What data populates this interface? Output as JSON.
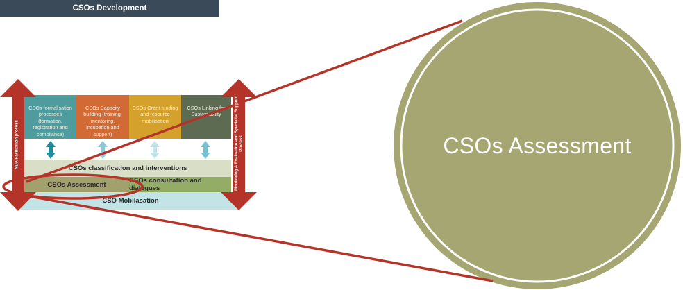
{
  "diagram": {
    "header": {
      "label": "CSOs Development",
      "color": "#3a4a59"
    },
    "pillars": [
      {
        "label": "CSOs formalisation processes (formation, registration and compliance)",
        "color": "#4f9c9f",
        "arrow_color": "#1e8c98"
      },
      {
        "label": "CSOs Capacity building (training, mentoring, incubation and support)",
        "color": "#d26a36",
        "arrow_color": "#8fc9d6"
      },
      {
        "label": "CSOs Grant funding and resource mobilisation",
        "color": "#d3a12c",
        "arrow_color": "#bfe3e8"
      },
      {
        "label": "CSOs Linking for Sustainability",
        "color": "#5c6b52",
        "arrow_color": "#74c2cf"
      }
    ],
    "classification": {
      "label": "CSOs classification and interventions",
      "color": "#d9dfc7"
    },
    "assessment": {
      "label": "CSOs Assessment",
      "color": "#a2a06d"
    },
    "consultation": {
      "label": "CSOs consultation and dialogues",
      "color": "#93ad66"
    },
    "mobilisation": {
      "label": "CSO Mobilasation",
      "color": "#c3e4e6"
    },
    "left_arrow": {
      "label": "NDA Facilitation process",
      "color": "#b5342a"
    },
    "right_arrow": {
      "label": "Monitoring & Evaluation and Specialist Support Process",
      "color": "#b5342a"
    },
    "highlight_color": "#b5342a"
  },
  "callout": {
    "label": "CSOs Assessment",
    "fill": "#a6a672",
    "ring": "#ffffff"
  }
}
